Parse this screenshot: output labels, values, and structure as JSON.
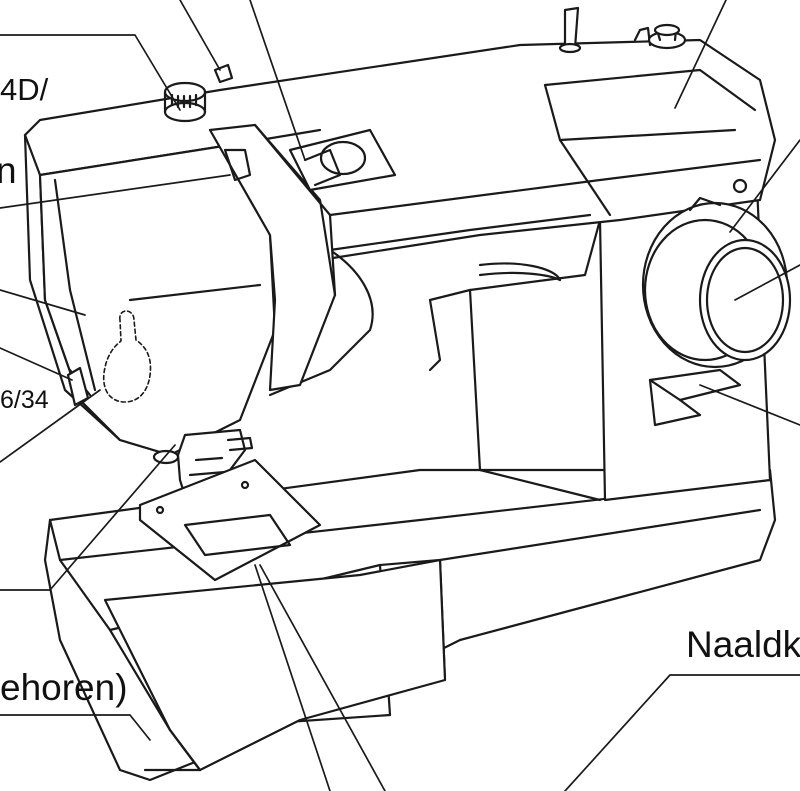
{
  "labels": {
    "model_suffix": "4D/",
    "letter_fragment": "n",
    "page_ref": "6/34",
    "accessories_fragment": "ehoren)",
    "needle_plate_fragment": "Naaldk"
  },
  "colors": {
    "line": "#1a1a1a",
    "fill": "#ffffff",
    "shade": "#f4f4f4"
  }
}
